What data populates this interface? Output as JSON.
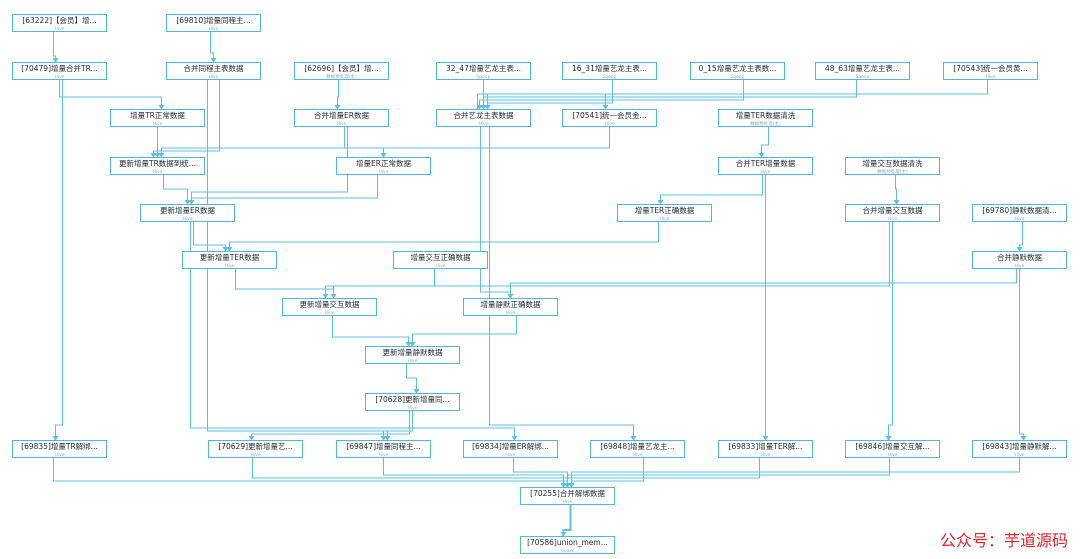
{
  "nodes": [
    {
      "id": "n1",
      "label": "[63222]【会员】增...",
      "sub": "Hive"
    },
    {
      "id": "n2",
      "label": "[69810]增量同程主...",
      "sub": "Hive"
    },
    {
      "id": "n3",
      "label": "[70479]增量合并TR...",
      "sub": "Hive"
    },
    {
      "id": "n4",
      "label": "合并同程主表数据",
      "sub": "Hive"
    },
    {
      "id": "n5",
      "label": "[62696]【会员】增...",
      "sub": "数据预处理(主)"
    },
    {
      "id": "n6",
      "label": "32_47增量艺龙主表...",
      "sub": "Sqoop"
    },
    {
      "id": "n7",
      "label": "16_31增量艺龙主表...",
      "sub": "Sqoop"
    },
    {
      "id": "n8",
      "label": "0_15增量艺龙主表数...",
      "sub": "Sqoop"
    },
    {
      "id": "n9",
      "label": "48_63增量艺龙主表...",
      "sub": "Sqoop"
    },
    {
      "id": "n10",
      "label": "[70543]统一会员黄...",
      "sub": "Hive"
    },
    {
      "id": "n11",
      "label": "增量TR正常数据",
      "sub": "Hive"
    },
    {
      "id": "n12",
      "label": "合并增量ER数据",
      "sub": "Hive"
    },
    {
      "id": "n13",
      "label": "合并艺龙主表数据",
      "sub": "Hive"
    },
    {
      "id": "n14",
      "label": "[70541]统一会员金...",
      "sub": "Hive"
    },
    {
      "id": "n15",
      "label": "增量TER数据清洗",
      "sub": "数据预处理(主)"
    },
    {
      "id": "n16",
      "label": "更新增量TR数据到统...",
      "sub": "Hive"
    },
    {
      "id": "n17",
      "label": "增量ER正常数据",
      "sub": "Hive"
    },
    {
      "id": "n18",
      "label": "合并TER增量数据",
      "sub": "Hive"
    },
    {
      "id": "n19",
      "label": "增量交互数据清洗",
      "sub": "数据预处理(主)"
    },
    {
      "id": "n20",
      "label": "更新增量ER数据",
      "sub": "Hive"
    },
    {
      "id": "n21",
      "label": "增量TER正确数据",
      "sub": "Hive"
    },
    {
      "id": "n22",
      "label": "合并增量交互数据",
      "sub": "Hive"
    },
    {
      "id": "n23",
      "label": "[69780]静默数据清...",
      "sub": "Hive"
    },
    {
      "id": "n24",
      "label": "更新增量TER数据",
      "sub": "Hive"
    },
    {
      "id": "n25",
      "label": "增量交互正确数据",
      "sub": "Hive"
    },
    {
      "id": "n26",
      "label": "合并静默数据",
      "sub": "Hive"
    },
    {
      "id": "n27",
      "label": "更新增量交互数据",
      "sub": "Hive"
    },
    {
      "id": "n28",
      "label": "增量静默正确数据",
      "sub": "Hive"
    },
    {
      "id": "n29",
      "label": "更新增量静默数据",
      "sub": "Hive"
    },
    {
      "id": "n30",
      "label": "[70628]更新增量同...",
      "sub": "Hive"
    },
    {
      "id": "n31",
      "label": "[69835]增量TR解绑...",
      "sub": "Hive"
    },
    {
      "id": "n32",
      "label": "[70629]更新增量艺...",
      "sub": "Hive"
    },
    {
      "id": "n33",
      "label": "[69847]增量同程主...",
      "sub": "Hive"
    },
    {
      "id": "n34",
      "label": "[69834]增量ER解绑...",
      "sub": "Hive"
    },
    {
      "id": "n35",
      "label": "[69848]增量艺龙主...",
      "sub": "Hive"
    },
    {
      "id": "n36",
      "label": "[69833]增量TER解...",
      "sub": "Hive"
    },
    {
      "id": "n37",
      "label": "[69846]增量交互解...",
      "sub": "Hive"
    },
    {
      "id": "n38",
      "label": "[69843]增量静默解...",
      "sub": "Hive"
    },
    {
      "id": "n39",
      "label": "[70255]合并解绑数据",
      "sub": "Hive"
    },
    {
      "id": "n40",
      "label": "[70586]union_mem...",
      "sub": "Spark"
    }
  ],
  "edges": [
    [
      "n1",
      "n3"
    ],
    [
      "n2",
      "n4"
    ],
    [
      "n3",
      "n11"
    ],
    [
      "n3",
      "n31"
    ],
    [
      "n4",
      "n16"
    ],
    [
      "n4",
      "n33"
    ],
    [
      "n5",
      "n12"
    ],
    [
      "n6",
      "n13"
    ],
    [
      "n7",
      "n13"
    ],
    [
      "n8",
      "n13"
    ],
    [
      "n9",
      "n13"
    ],
    [
      "n10",
      "n13"
    ],
    [
      "n11",
      "n16"
    ],
    [
      "n12",
      "n17"
    ],
    [
      "n12",
      "n20"
    ],
    [
      "n13",
      "n14"
    ],
    [
      "n13",
      "n28"
    ],
    [
      "n14",
      "n16"
    ],
    [
      "n15",
      "n18"
    ],
    [
      "n16",
      "n20"
    ],
    [
      "n17",
      "n20"
    ],
    [
      "n18",
      "n21"
    ],
    [
      "n18",
      "n36"
    ],
    [
      "n19",
      "n22"
    ],
    [
      "n20",
      "n24"
    ],
    [
      "n21",
      "n24"
    ],
    [
      "n22",
      "n27"
    ],
    [
      "n22",
      "n37"
    ],
    [
      "n23",
      "n26"
    ],
    [
      "n24",
      "n27"
    ],
    [
      "n25",
      "n27"
    ],
    [
      "n26",
      "n28"
    ],
    [
      "n26",
      "n38"
    ],
    [
      "n27",
      "n29"
    ],
    [
      "n28",
      "n29"
    ],
    [
      "n29",
      "n30"
    ],
    [
      "n30",
      "n32"
    ],
    [
      "n30",
      "n33"
    ],
    [
      "n20",
      "n34"
    ],
    [
      "n13",
      "n35"
    ],
    [
      "n31",
      "n39"
    ],
    [
      "n32",
      "n39"
    ],
    [
      "n33",
      "n39"
    ],
    [
      "n34",
      "n39"
    ],
    [
      "n35",
      "n39"
    ],
    [
      "n36",
      "n39"
    ],
    [
      "n37",
      "n39"
    ],
    [
      "n38",
      "n39"
    ],
    [
      "n39",
      "n40"
    ]
  ],
  "watermark": "公众号：芋道源码",
  "colors": {
    "edge": "#5bc0e2",
    "border": "#4fb8e0"
  }
}
